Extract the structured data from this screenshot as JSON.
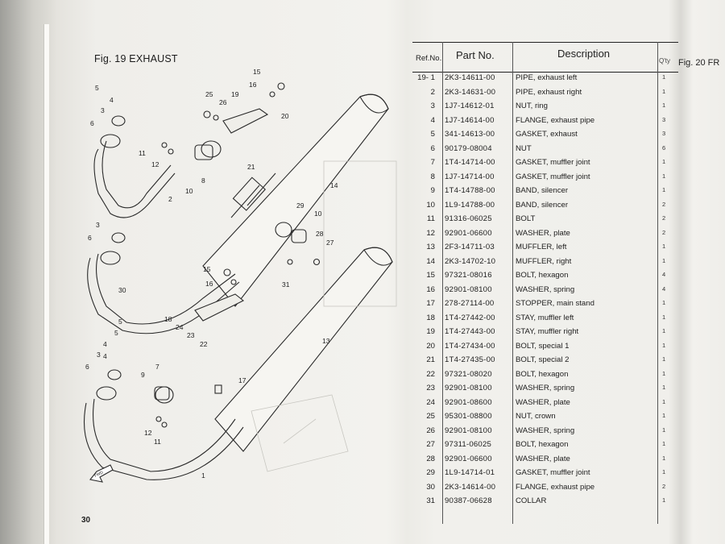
{
  "figure": {
    "title": "Fig. 19  EXHAUST",
    "page_number": "30",
    "fwd_label": "FWD"
  },
  "next_figure": {
    "title": "Fig. 20  FR"
  },
  "table": {
    "headers": {
      "ref": "Ref.No.",
      "part": "Part No.",
      "desc": "Description",
      "qty": "Q'ty"
    },
    "rows": [
      {
        "ref": "19- 1",
        "part": "2K3-14611-00",
        "desc": "PIPE, exhaust left",
        "qty": "1"
      },
      {
        "ref": "2",
        "part": "2K3-14631-00",
        "desc": "PIPE, exhaust right",
        "qty": "1"
      },
      {
        "ref": "3",
        "part": "1J7-14612-01",
        "desc": "NUT, ring",
        "qty": "1"
      },
      {
        "ref": "4",
        "part": "1J7-14614-00",
        "desc": "FLANGE, exhaust pipe",
        "qty": "3"
      },
      {
        "ref": "5",
        "part": "341-14613-00",
        "desc": "GASKET, exhaust",
        "qty": "3"
      },
      {
        "ref": "6",
        "part": "90179-08004",
        "desc": "NUT",
        "qty": "6"
      },
      {
        "ref": "7",
        "part": "1T4-14714-00",
        "desc": "GASKET, muffler joint",
        "qty": "1"
      },
      {
        "ref": "8",
        "part": "1J7-14714-00",
        "desc": "GASKET, muffler joint",
        "qty": "1"
      },
      {
        "ref": "9",
        "part": "1T4-14788-00",
        "desc": "BAND, silencer",
        "qty": "1"
      },
      {
        "ref": "10",
        "part": "1L9-14788-00",
        "desc": "BAND, silencer",
        "qty": "2"
      },
      {
        "ref": "11",
        "part": "91316-06025",
        "desc": "BOLT",
        "qty": "2"
      },
      {
        "ref": "12",
        "part": "92901-06600",
        "desc": "WASHER, plate",
        "qty": "2"
      },
      {
        "ref": "13",
        "part": "2F3-14711-03",
        "desc": "MUFFLER, left",
        "qty": "1"
      },
      {
        "ref": "14",
        "part": "2K3-14702-10",
        "desc": "MUFFLER, right",
        "qty": "1"
      },
      {
        "ref": "15",
        "part": "97321-08016",
        "desc": "BOLT, hexagon",
        "qty": "4"
      },
      {
        "ref": "16",
        "part": "92901-08100",
        "desc": "WASHER, spring",
        "qty": "4"
      },
      {
        "ref": "17",
        "part": "278-27114-00",
        "desc": "STOPPER, main stand",
        "qty": "1"
      },
      {
        "ref": "18",
        "part": "1T4-27442-00",
        "desc": "STAY, muffler left",
        "qty": "1"
      },
      {
        "ref": "19",
        "part": "1T4-27443-00",
        "desc": "STAY, muffler right",
        "qty": "1"
      },
      {
        "ref": "20",
        "part": "1T4-27434-00",
        "desc": "BOLT, special 1",
        "qty": "1"
      },
      {
        "ref": "21",
        "part": "1T4-27435-00",
        "desc": "BOLT, special 2",
        "qty": "1"
      },
      {
        "ref": "22",
        "part": "97321-08020",
        "desc": "BOLT, hexagon",
        "qty": "1"
      },
      {
        "ref": "23",
        "part": "92901-08100",
        "desc": "WASHER, spring",
        "qty": "1"
      },
      {
        "ref": "24",
        "part": "92901-08600",
        "desc": "WASHER, plate",
        "qty": "1"
      },
      {
        "ref": "25",
        "part": "95301-08800",
        "desc": "NUT, crown",
        "qty": "1"
      },
      {
        "ref": "26",
        "part": "92901-08100",
        "desc": "WASHER, spring",
        "qty": "1"
      },
      {
        "ref": "27",
        "part": "97311-06025",
        "desc": "BOLT, hexagon",
        "qty": "1"
      },
      {
        "ref": "28",
        "part": "92901-06600",
        "desc": "WASHER, plate",
        "qty": "1"
      },
      {
        "ref": "29",
        "part": "1L9-14714-01",
        "desc": "GASKET, muffler joint",
        "qty": "1"
      },
      {
        "ref": "30",
        "part": "2K3-14614-00",
        "desc": "FLANGE, exhaust pipe",
        "qty": "2"
      },
      {
        "ref": "31",
        "part": "90387-06628",
        "desc": "COLLAR",
        "qty": "1"
      }
    ]
  },
  "callouts": {
    "c1": "1",
    "c2": "2",
    "c3a": "3",
    "c3b": "3",
    "c3c": "3",
    "c4a": "4",
    "c4b": "4",
    "c4c": "4",
    "c5a": "5",
    "c5b": "5",
    "c5c": "5",
    "c6a": "6",
    "c6b": "6",
    "c6c": "6",
    "c7": "7",
    "c8": "8",
    "c9": "9",
    "c10a": "10",
    "c10b": "10",
    "c11a": "11",
    "c11b": "11",
    "c12a": "12",
    "c12b": "12",
    "c13": "13",
    "c14": "14",
    "c15a": "15",
    "c15b": "15",
    "c16a": "16",
    "c16b": "16",
    "c17": "17",
    "c18": "18",
    "c19": "19",
    "c20": "20",
    "c21": "21",
    "c22": "22",
    "c23": "23",
    "c24": "24",
    "c25": "25",
    "c26": "26",
    "c27": "27",
    "c28": "28",
    "c29": "29",
    "c30": "30",
    "c31": "31"
  }
}
